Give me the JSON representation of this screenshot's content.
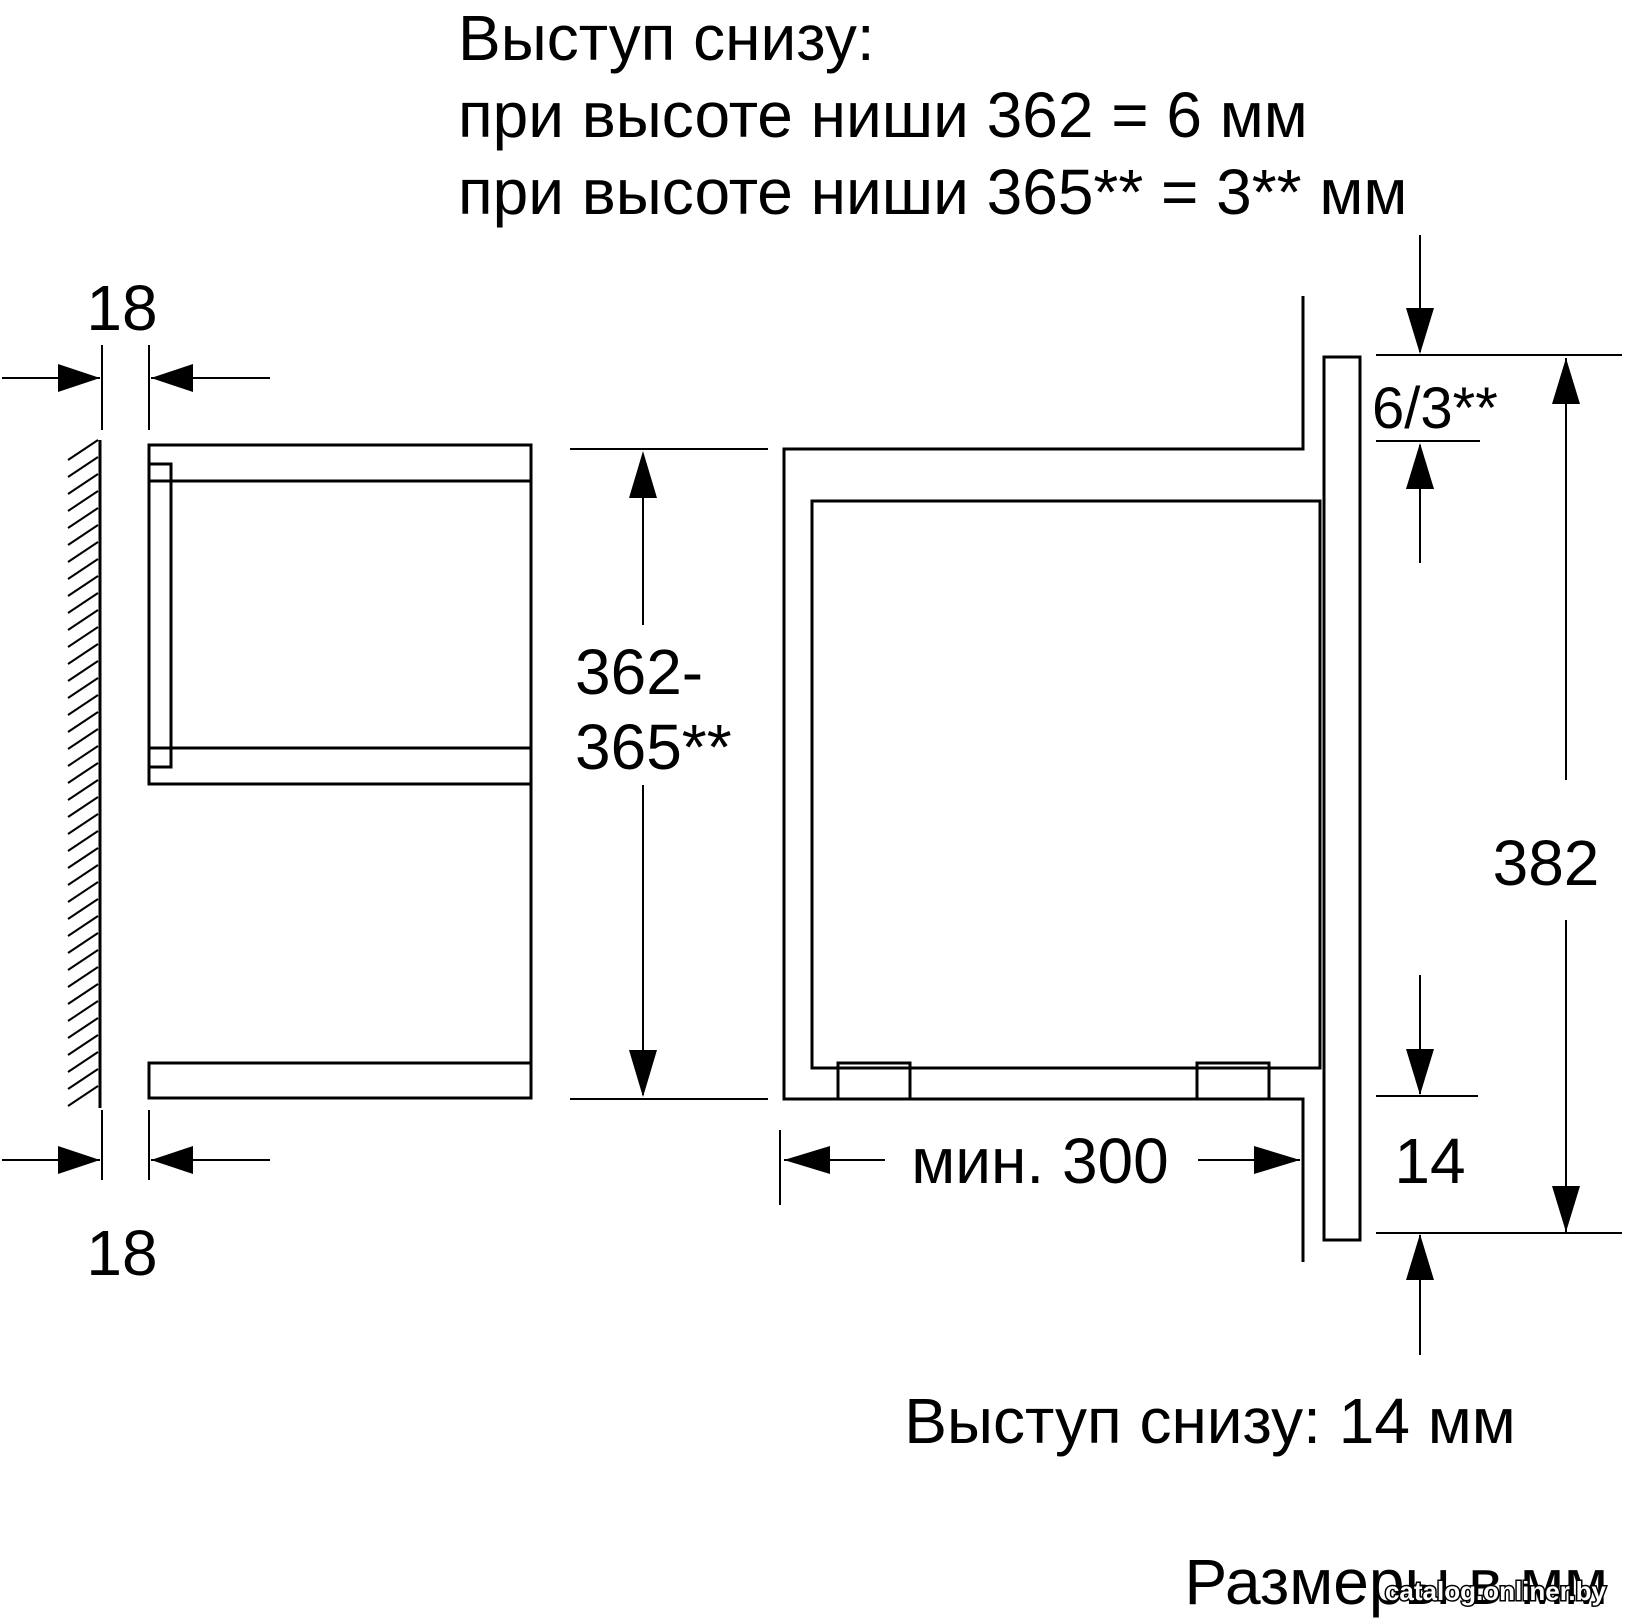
{
  "top_note": {
    "line1": "Выступ снизу:",
    "line2": "при высоте ниши 362 = 6 мм",
    "line3": "при высоте ниши 365** = 3** мм"
  },
  "labels": {
    "wall_top": "18",
    "wall_bottom": "18",
    "niche_height_a": "362-",
    "niche_height_b": "365**",
    "min_depth": "мин. 300",
    "top_offset": "6/3**",
    "front_height": "382",
    "bottom_offset": "14"
  },
  "bottom_note": "Выступ снизу: 14 мм",
  "footer": "Размеры в мм",
  "watermark": "catalog.onliner.by"
}
